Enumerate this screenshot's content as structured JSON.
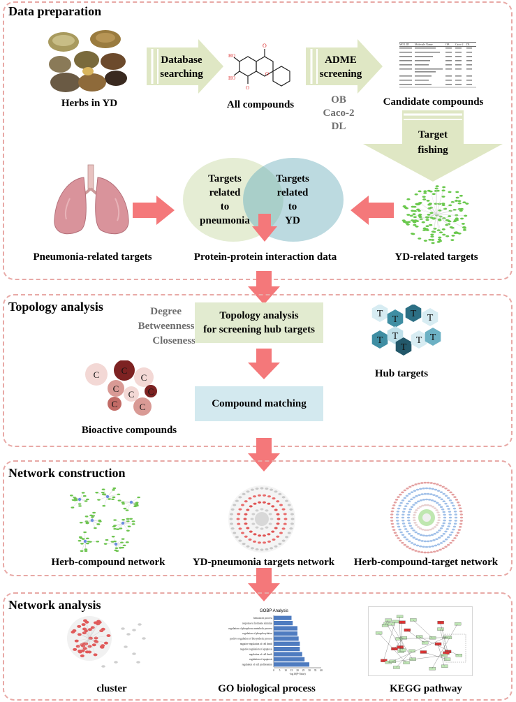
{
  "sections": {
    "data_preparation": "Data preparation",
    "topology_analysis": "Topology analysis",
    "network_construction": "Network construction",
    "network_analysis": "Network analysis"
  },
  "prep": {
    "herbs_label": "Herbs in YD",
    "db_search": [
      "Database",
      "searching"
    ],
    "all_compounds": "All compounds",
    "adme": [
      "ADME",
      "screening"
    ],
    "criteria": [
      "OB",
      "Caco-2",
      "DL"
    ],
    "candidate_compounds": "Candidate compounds",
    "target_fishing": [
      "Target",
      "fishing"
    ],
    "venn_left": [
      "Targets",
      "related",
      "to",
      "pneumonia"
    ],
    "venn_right": [
      "Targets",
      "related",
      "to",
      "YD"
    ],
    "pneumonia_targets": "Pneumonia-related targets",
    "ppi": "Protein-protein interaction data",
    "yd_targets": "YD-related targets",
    "table_headers": [
      "MOL ID",
      "Molecule Name",
      "OB",
      "Caco-2",
      "DL"
    ]
  },
  "topology": {
    "metrics": [
      "Degree",
      "Betweenness",
      "Closeness"
    ],
    "box1": [
      "Topology analysis",
      "for screening hub targets"
    ],
    "box2": "Compound matching",
    "hub_targets": "Hub targets",
    "hub_letter": "T",
    "bioactive": "Bioactive compounds",
    "compound_letter": "C"
  },
  "network": {
    "herb_compound": "Herb-compound network",
    "yd_pneumonia": "YD-pneumonia targets network",
    "hct": "Herb-compound-target network"
  },
  "analysis": {
    "cluster": "cluster",
    "go": "GO biological process",
    "kegg": "KEGG pathway",
    "go_title": "GOBP Analysis",
    "go_xlabel": "-log10(P-Value)",
    "go_terms": [
      "hematocrit process",
      "response to hormone stimulus",
      "regulation of phosphorus metabolic process",
      "regulation of phosphorylation",
      "positive regulation of biosynthetic process",
      "negative regulation of cell death",
      "negative regulation of apoptosis",
      "regulation of cell death",
      "regulation of apoptosis",
      "regulation of cell proliferation"
    ],
    "go_values": [
      15,
      16,
      20,
      20,
      21,
      22,
      22,
      24,
      26,
      30
    ],
    "go_ticks": [
      "0",
      "5",
      "10",
      "15",
      "20",
      "25",
      "30",
      "35",
      "40"
    ]
  },
  "colors": {
    "arrow_red": "#f4787a",
    "arrow_green": "#dfe7c4",
    "box_green": "#e2ebd0",
    "box_blue": "#d3e9ef",
    "venn_green": "#e5edd4",
    "venn_blue": "#b5d6dd",
    "section_border": "#e8a9a6"
  }
}
